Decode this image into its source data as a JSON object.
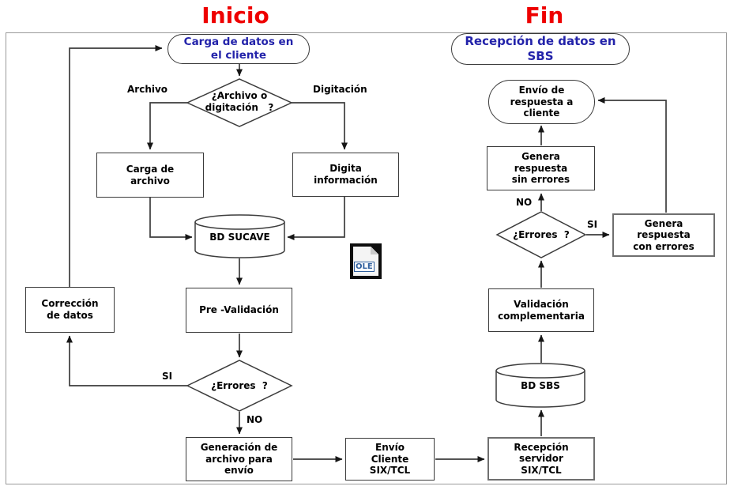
{
  "colors": {
    "title": "#ee0000",
    "terminator_text": "#2323aa",
    "line": "#3c3c3c"
  },
  "titles": {
    "start": "Inicio",
    "end": "Fin"
  },
  "nodes": {
    "start_client": {
      "label": "Carga de datos en\nel cliente"
    },
    "decision_tipo": {
      "label": "¿Archivo o\ndigitación   ?"
    },
    "carga_archivo": {
      "label": "Carga de\narchivo"
    },
    "digita_informacion": {
      "label": "Digita\ninformación"
    },
    "bd_sucave": {
      "label": "BD SUCAVE"
    },
    "pre_validacion": {
      "label": "Pre -Validación"
    },
    "correccion_datos": {
      "label": "Corrección\nde datos"
    },
    "decision_errores_cliente": {
      "label": "¿Errores  ?"
    },
    "generacion_archivo": {
      "label": "Generación de\narchivo para\nenvío"
    },
    "envio_cliente": {
      "label": "Envío\nCliente\nSIX/TCL"
    },
    "recepcion_servidor": {
      "label": "Recepción\nservidor\nSIX/TCL"
    },
    "recepcion_sbs": {
      "label": "Recepción de datos en\nSBS"
    },
    "envio_respuesta": {
      "label": "Envío de\nrespuesta a\ncliente"
    },
    "genera_sin_errores": {
      "label": "Genera\nrespuesta\nsin errores"
    },
    "decision_errores_sbs": {
      "label": "¿Errores  ?"
    },
    "genera_con_errores": {
      "label": "Genera\nrespuesta\ncon errores"
    },
    "validacion_complementaria": {
      "label": "Validación\ncomplementaria"
    },
    "bd_sbs": {
      "label": "BD SBS"
    }
  },
  "edge_labels": {
    "archivo": "Archivo",
    "digitacion": "Digitación",
    "si_cliente": "SI",
    "no_cliente": "NO",
    "no_sbs": "NO",
    "si_sbs": "SI"
  },
  "ole": {
    "label": "OLE"
  }
}
